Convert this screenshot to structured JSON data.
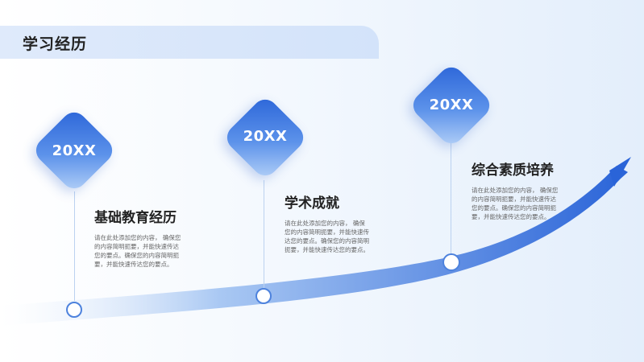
{
  "header": {
    "title": "学习经历"
  },
  "timeline": [
    {
      "year": "20XX",
      "heading": "基础教育经历",
      "desc": [
        "请在此处添加您的内容， 确保您",
        "的内容简明扼要，并能快速传达",
        "您的要点。确保您的内容简明扼",
        "要，并能快速传达您的要点。"
      ]
    },
    {
      "year": "20XX",
      "heading": "学术成就",
      "desc": [
        "请在此处添加您的内容， 确保",
        "您的内容简明扼要，并能快速传",
        "达您的要点。确保您的内容简明",
        "扼要，并能快速传达您的要点。"
      ]
    },
    {
      "year": "20XX",
      "heading": "综合素质培养",
      "desc": [
        "请在此处添加您的内容， 确保您",
        "的内容简明扼要，并能快速传达",
        "您的要点。确保您的内容简明扼",
        "要，并能快速传达您的要点。"
      ]
    }
  ],
  "colors": {
    "accent": "#2a64d8",
    "accent_light": "#b7d3f8",
    "title_bar": "#d9e6fa"
  }
}
